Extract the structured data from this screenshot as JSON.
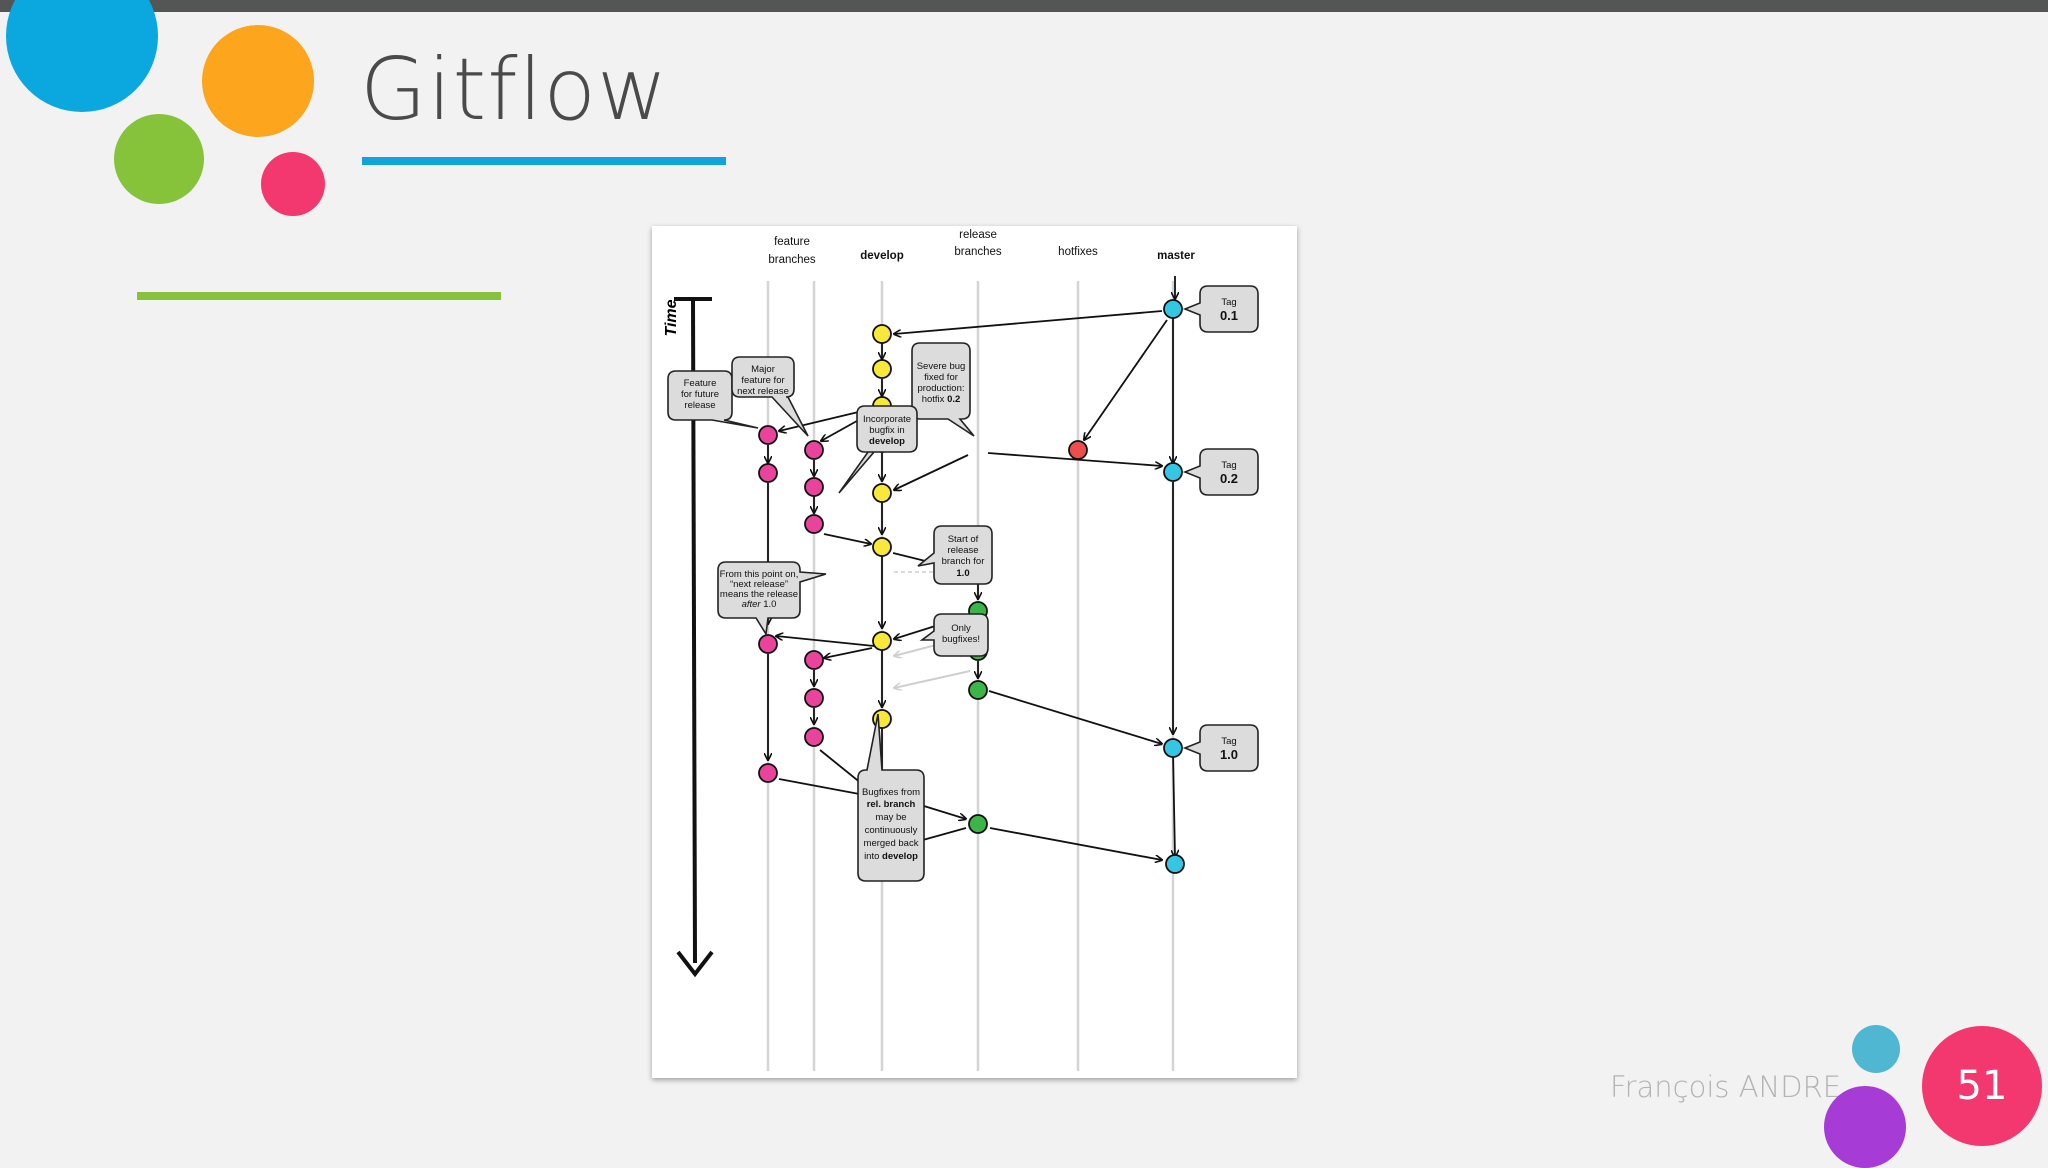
{
  "slide": {
    "title": "Gitflow",
    "author": "François ANDRE",
    "page_number": "51"
  },
  "colors": {
    "top_bar": "#545656",
    "title_underline": "#14a3d9",
    "side_line": "#86c23a",
    "deco_blue": "#0aa8df",
    "deco_orange": "#fda51d",
    "deco_green": "#86c23a",
    "deco_pink": "#f2386e",
    "deco_teal": "#4fb7d1",
    "deco_purple": "#a73bd6",
    "node_feature": "#e9439b",
    "node_develop": "#f7e83a",
    "node_release": "#3bb54a",
    "node_hotfix": "#ec4d4d",
    "node_master": "#35c6e4"
  },
  "diagram": {
    "columns": {
      "feature": [
        "feature",
        "branches"
      ],
      "develop": "develop",
      "release": [
        "release",
        "branches"
      ],
      "hotfixes": "hotfixes",
      "master": "master"
    },
    "time_label": "Time",
    "bubbles": {
      "tag01": [
        "Tag",
        "0.1"
      ],
      "tag02": [
        "Tag",
        "0.2"
      ],
      "tag10": [
        "Tag",
        "1.0"
      ],
      "future": [
        "Feature",
        "for future",
        "release"
      ],
      "major": [
        "Major",
        "feature for",
        "next release"
      ],
      "severe": [
        "Severe bug",
        "fixed for",
        "production:",
        "hotfix ",
        "0.2"
      ],
      "incorporate": [
        "Incorporate",
        "bugfix in",
        "develop"
      ],
      "start_release": [
        "Start of",
        "release",
        "branch for",
        "1.0"
      ],
      "from_point": [
        "From this point on,",
        "“next release”",
        "means the release",
        "after",
        " 1.0"
      ],
      "only_bugfixes": [
        "Only",
        "bugfixes!"
      ],
      "bugfixes_rel": [
        "Bugfixes from",
        "rel. branch",
        "may be",
        "continuously",
        "merged back",
        "into ",
        "develop"
      ]
    }
  }
}
